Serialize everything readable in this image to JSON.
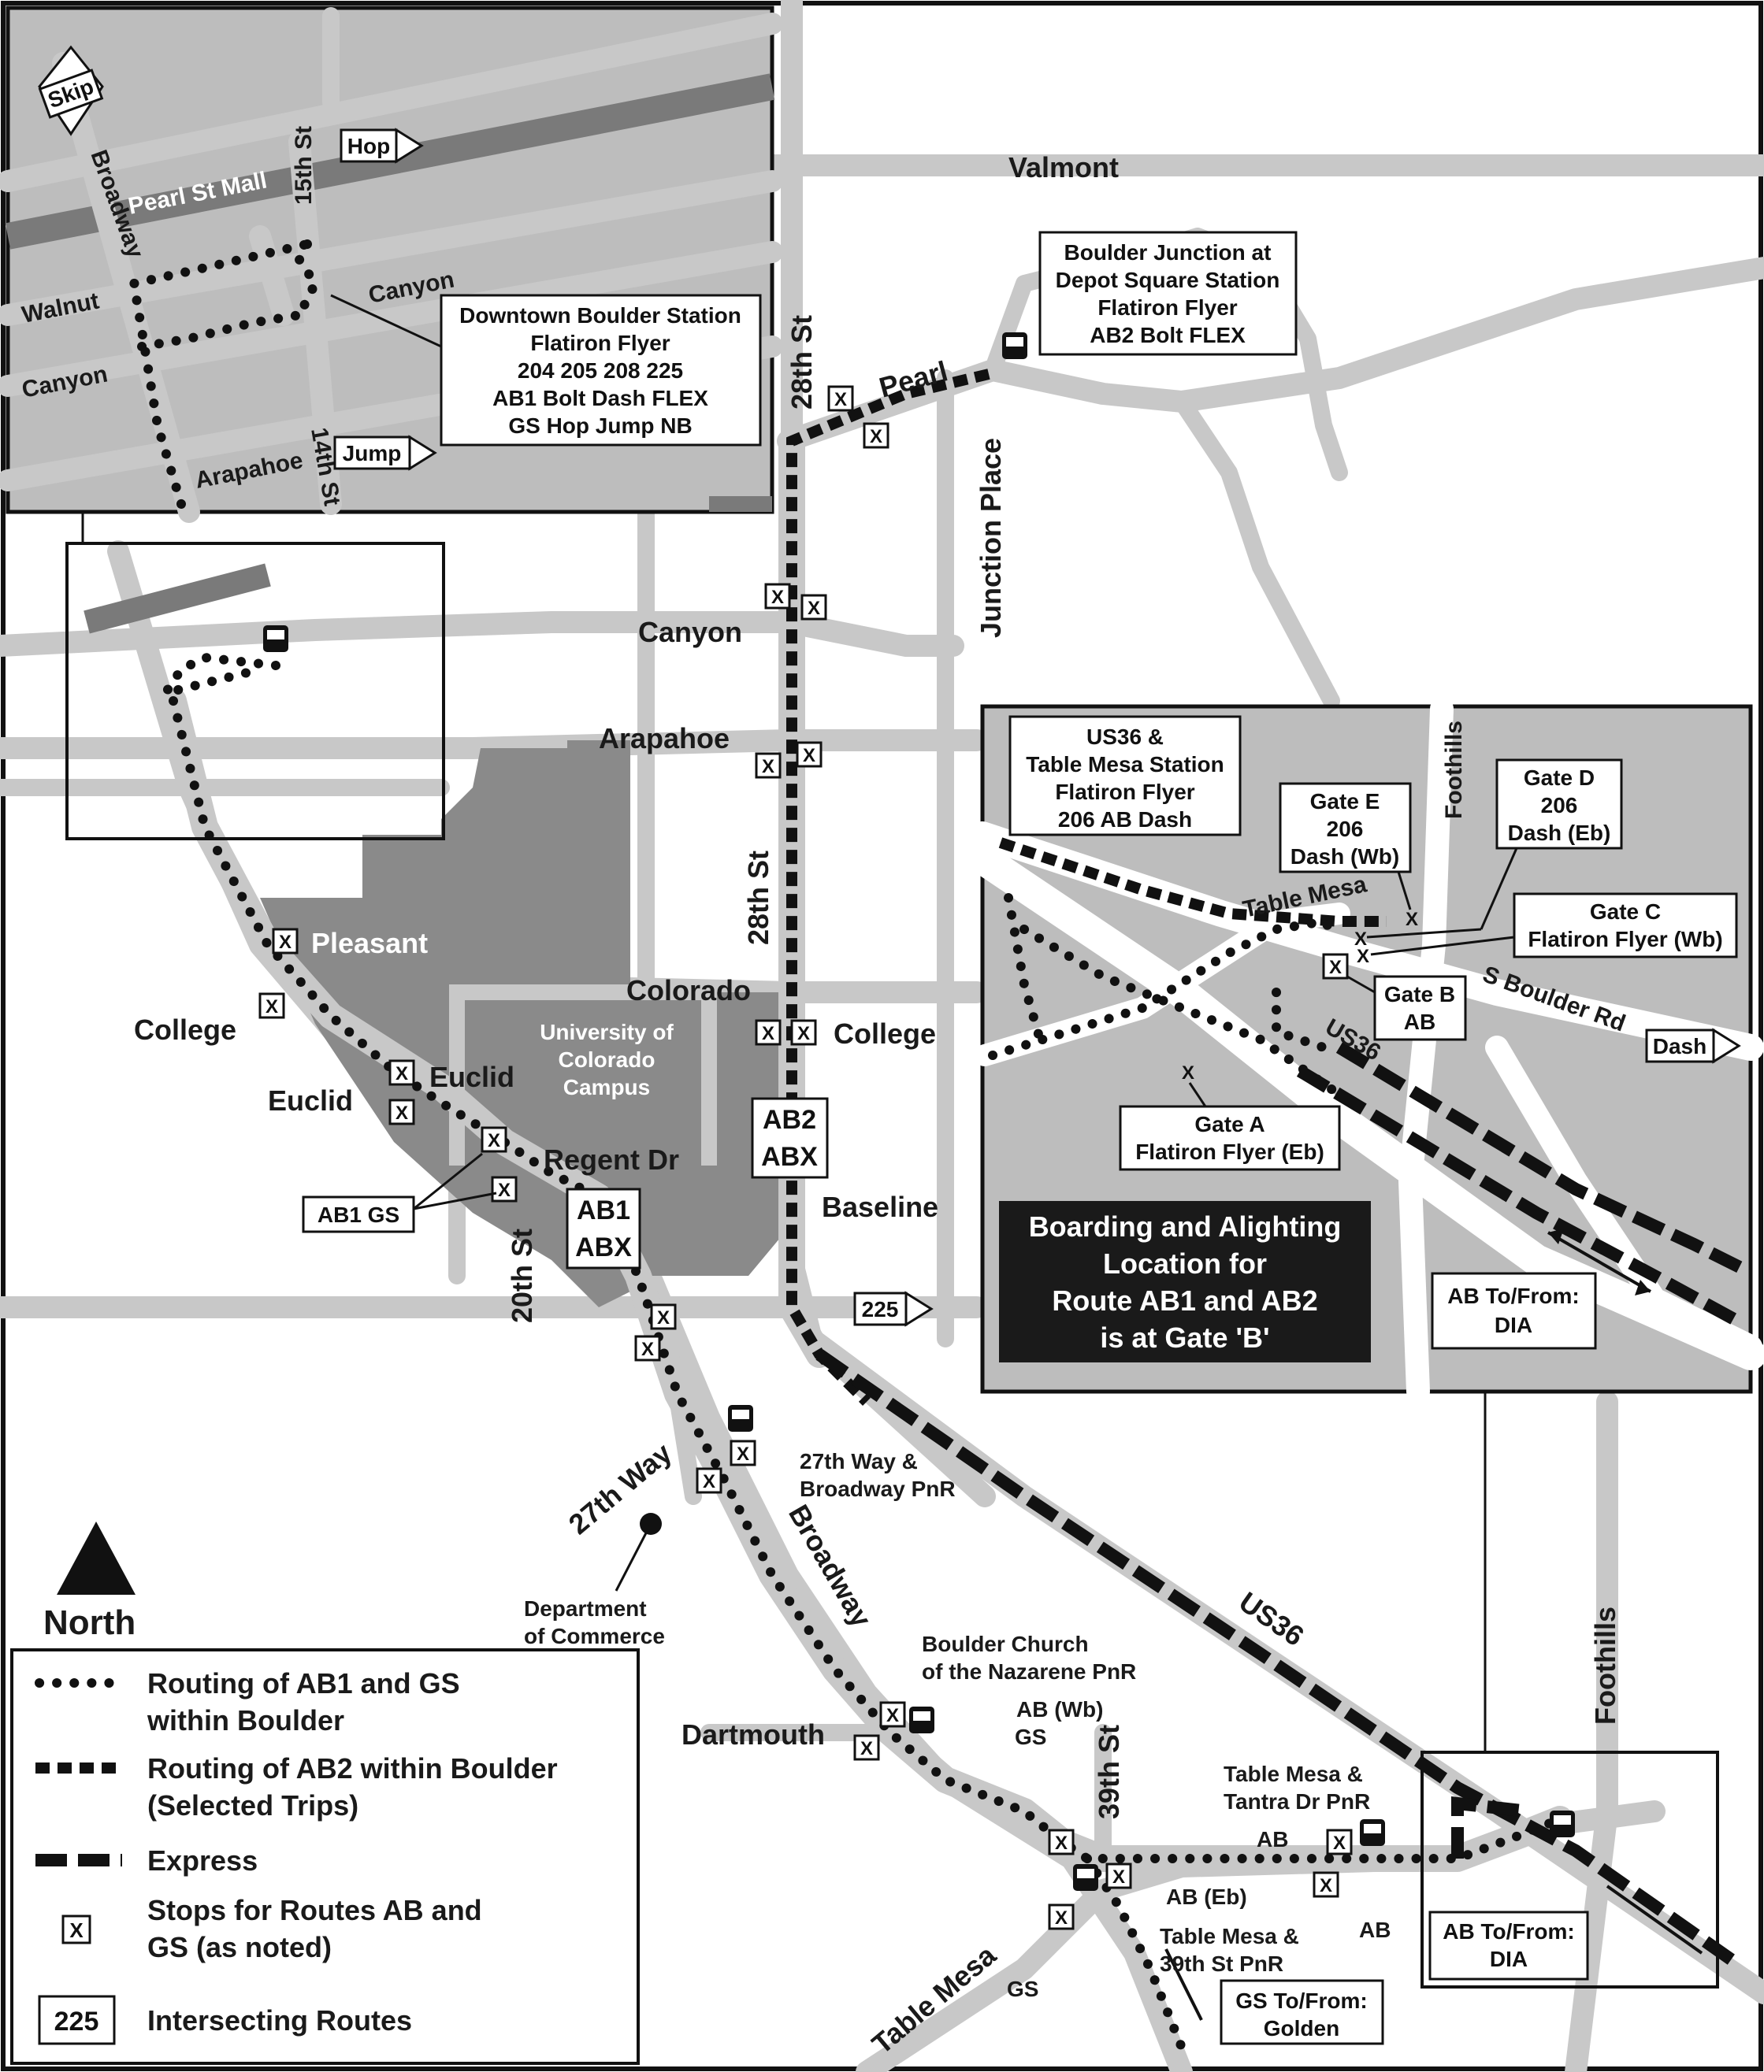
{
  "streets": {
    "valmont": "Valmont",
    "pearl": "Pearl",
    "st28_top": "28th St",
    "st28_mid": "28th St",
    "junction_place": "Junction Place",
    "canyon": "Canyon",
    "arapahoe": "Arapahoe",
    "colorado": "Colorado",
    "college_east": "College",
    "college_west": "College",
    "pleasant": "Pleasant",
    "euclid_west": "Euclid",
    "euclid_east": "Euclid",
    "regent": "Regent Dr",
    "st20": "20th St",
    "baseline": "Baseline",
    "way27": "27th Way",
    "broadway": "Broadway",
    "dartmouth": "Dartmouth",
    "st39": "39th St",
    "table_mesa": "Table Mesa",
    "us36": "US36",
    "foothills": "Foothills",
    "campus": [
      "University of",
      "Colorado",
      "Campus"
    ]
  },
  "inset_downtown": {
    "skip": "Skip",
    "hop": "Hop",
    "jump": "Jump",
    "pearl_mall": "Pearl St Mall",
    "broadway": "Broadway",
    "st15": "15th St",
    "st14": "14th St",
    "walnut": "Walnut",
    "canyon_e": "Canyon",
    "canyon_w": "Canyon",
    "arapahoe": "Arapahoe",
    "station_box": [
      "Downtown Boulder Station",
      "Flatiron Flyer",
      "204  205  208  225",
      "AB1  Bolt  Dash  FLEX",
      "GS  Hop  Jump  NB"
    ]
  },
  "boulder_junction_box": [
    "Boulder Junction at",
    "Depot Square Station",
    "Flatiron Flyer",
    "AB2  Bolt  FLEX"
  ],
  "route_shields": {
    "ab2": [
      "AB2",
      "ABX"
    ],
    "ab1": [
      "AB1",
      "ABX"
    ],
    "r225": "225",
    "ab1gs": "AB1  GS"
  },
  "inset_table_mesa": {
    "station_box": [
      "US36 &",
      "Table Mesa Station",
      "Flatiron Flyer",
      "206  AB  Dash"
    ],
    "gate_e": [
      "Gate E",
      "206",
      "Dash (Wb)"
    ],
    "gate_d": [
      "Gate D",
      "206",
      "Dash (Eb)"
    ],
    "gate_c": [
      "Gate C",
      "Flatiron Flyer (Wb)"
    ],
    "gate_b": [
      "Gate B",
      "AB"
    ],
    "gate_a": [
      "Gate A",
      "Flatiron Flyer (Eb)"
    ],
    "foothills": "Foothills",
    "table_mesa": "Table Mesa",
    "s_boulder_rd": "S Boulder Rd",
    "us36": "US36",
    "dash": "Dash",
    "notice": [
      "Boarding and Alighting",
      "Location for",
      "Route AB1 and AB2",
      "is at Gate 'B'"
    ],
    "dia_box": [
      "AB To/From:",
      "DIA"
    ]
  },
  "pnr": {
    "way27": [
      "27th Way &",
      "Broadway PnR"
    ],
    "nazarene": [
      "Boulder Church",
      "of the Nazarene PnR"
    ],
    "tantra": [
      "Table Mesa &",
      "Tantra Dr PnR"
    ],
    "st39": [
      "Table Mesa &",
      "39th St PnR"
    ],
    "ab_wb_gs": [
      "AB (Wb)",
      "GS"
    ],
    "ab_eb": "AB (Eb)",
    "ab_left": "AB",
    "ab_right": "AB",
    "gs_bottom": "GS",
    "commerce": [
      "Department",
      "of Commerce"
    ]
  },
  "dia_box_bottom": [
    "AB To/From:",
    "DIA"
  ],
  "golden_box": [
    "GS To/From:",
    "Golden"
  ],
  "north_label": "North",
  "legend": {
    "items": [
      {
        "label": [
          "Routing of AB1 and GS",
          "within Boulder"
        ]
      },
      {
        "label": [
          "Routing of AB2 within Boulder",
          "(Selected Trips)"
        ]
      },
      {
        "label": [
          "Express"
        ]
      },
      {
        "label": [
          "Stops for Routes AB and",
          "GS (as noted)"
        ]
      },
      {
        "label": [
          "Intersecting Routes"
        ],
        "shield": "225"
      }
    ]
  },
  "colors": {
    "road": "#c8c8c8",
    "campus": "#8a8a8a",
    "inset_bg": "#bdbdbd",
    "notice_bg": "#1a1a1a"
  }
}
